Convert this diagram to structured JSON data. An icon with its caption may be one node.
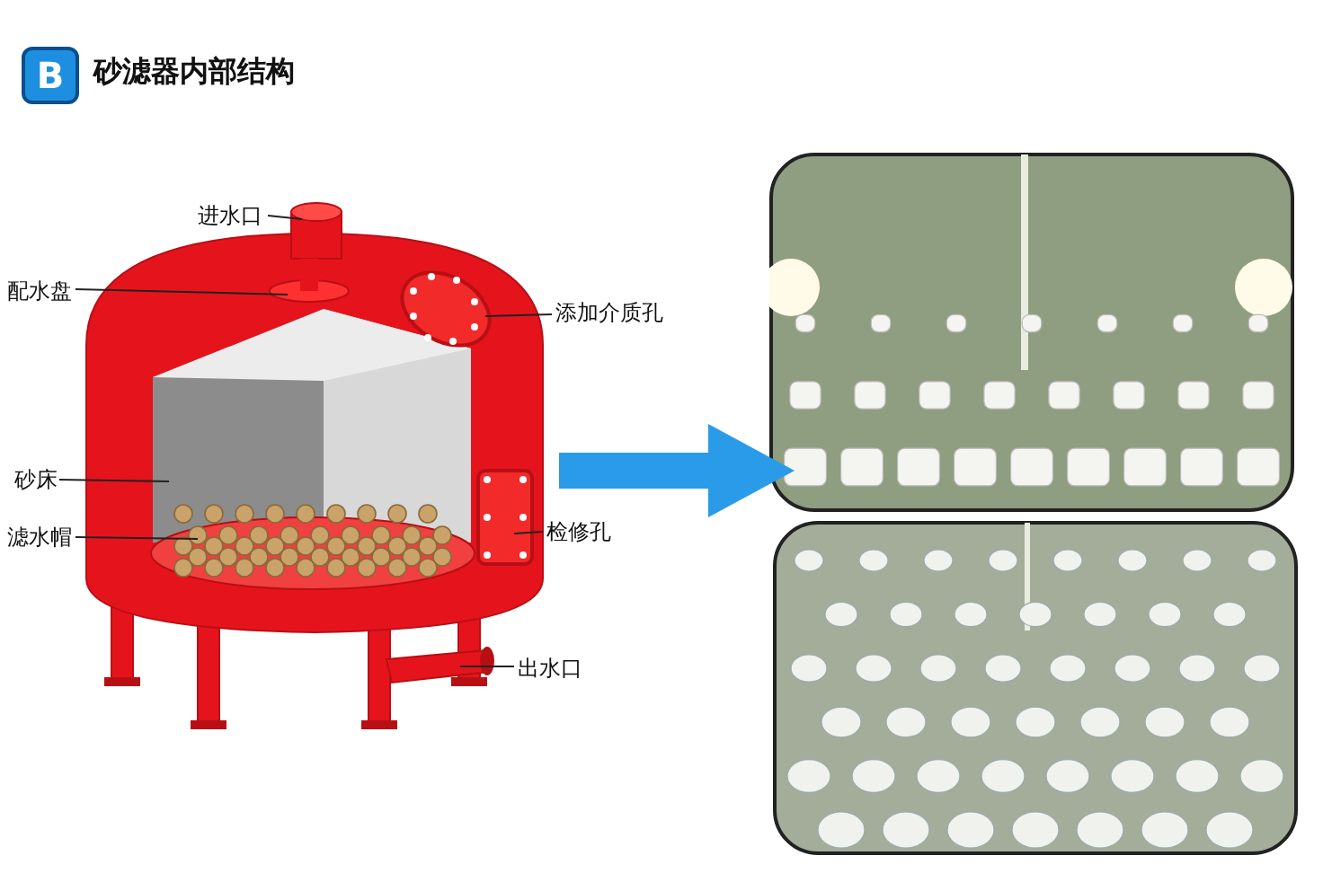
{
  "diagram": {
    "title": "砂滤器内部结构",
    "nodes": [
      {
        "text": [
          "进水口"
        ]
      },
      {
        "text": [
          "配水盘"
        ]
      },
      {
        "text": [
          "添加介质孔"
        ]
      },
      {
        "text": [
          "砂床"
        ]
      },
      {
        "text": [
          "检修孔"
        ]
      },
      {
        "text": [
          "滤水帽"
        ]
      },
      {
        "text": [
          "出水口"
        ]
      },
      {
        "text": [],
        "shape": "picture"
      },
      {
        "text": [],
        "shape": "picture"
      },
      {
        "text": [],
        "shape": "picture"
      }
    ],
    "edges": [
      {
        "from": 0,
        "to": 7,
        "arrow": "none"
      },
      {
        "from": 1,
        "to": 7,
        "arrow": "none"
      },
      {
        "from": 2,
        "to": 7,
        "arrow": "none"
      },
      {
        "from": 3,
        "to": 7,
        "arrow": "none"
      },
      {
        "from": 4,
        "to": 7,
        "arrow": "none"
      },
      {
        "from": 5,
        "to": 7,
        "arrow": "none"
      },
      {
        "from": 6,
        "to": 7,
        "arrow": "none"
      },
      {
        "from": 7,
        "to": 8,
        "arrow": "to",
        "style": "thick",
        "color": "#2a9be8"
      },
      {
        "from": 7,
        "to": 9,
        "arrow": "to",
        "style": "thick",
        "color": "#2a9be8"
      }
    ],
    "labels": [
      "B"
    ]
  }
}
